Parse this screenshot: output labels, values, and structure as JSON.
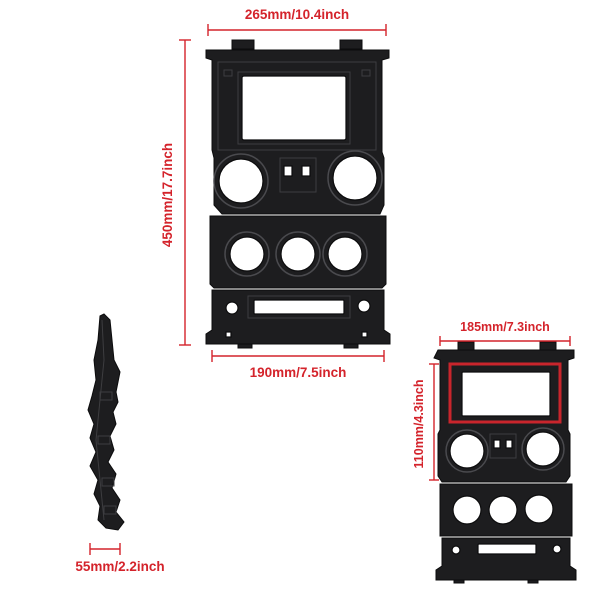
{
  "dimensions": {
    "top_width": "265mm/10.4inch",
    "height": "450mm/17.7inch",
    "bottom_width": "190mm/7.5inch",
    "small_width": "185mm/7.3inch",
    "small_height": "110mm/4.3inch",
    "depth": "55mm/2.2inch"
  },
  "colors": {
    "dimension_red": "#d4232b",
    "panel_black": "#1d1d1f",
    "accent_red": "#c9252c"
  }
}
